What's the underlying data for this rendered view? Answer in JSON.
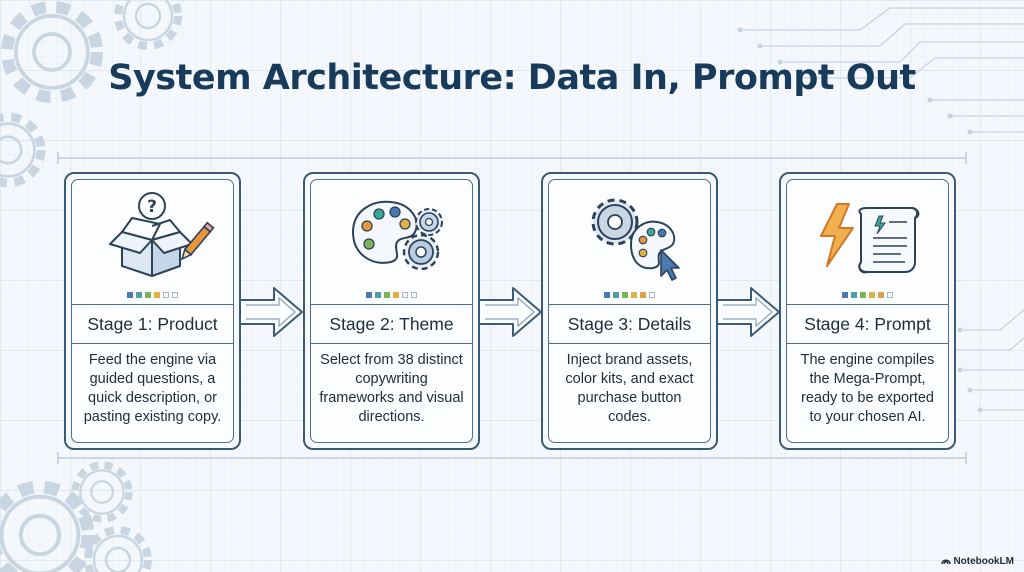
{
  "title": "System Architecture: Data In, Prompt Out",
  "stages": [
    {
      "title": "Stage 1: Product",
      "description": "Feed the engine via guided questions, a quick description, or pasting existing copy.",
      "icon": "question-box-pencil-icon",
      "progress_dots": [
        "#4a78b0",
        "#4ea0a8",
        "#7bb35a",
        "#e0b040",
        "empty",
        "empty"
      ]
    },
    {
      "title": "Stage 2: Theme",
      "description": "Select from 38 distinct copywriting frameworks and visual directions.",
      "icon": "palette-gears-icon",
      "progress_dots": [
        "#4a78b0",
        "#4ea0a8",
        "#7bb35a",
        "#e0b040",
        "empty",
        "empty"
      ]
    },
    {
      "title": "Stage 3: Details",
      "description": "Inject brand assets, color kits, and exact purchase button codes.",
      "icon": "gear-palette-cursor-icon",
      "progress_dots": [
        "#4a78b0",
        "#4ea0a8",
        "#7bb35a",
        "#e0b040",
        "#e0a050",
        "empty"
      ]
    },
    {
      "title": "Stage 4: Prompt",
      "description": "The engine compiles the Mega-Prompt, ready to be exported to your chosen AI.",
      "icon": "lightning-scroll-icon",
      "progress_dots": [
        "#4a78b0",
        "#4ea0a8",
        "#7bb35a",
        "#e0b040",
        "#e0a050",
        "empty"
      ]
    }
  ],
  "brand": "NotebookLM",
  "colors": {
    "title": "#183a5b",
    "frame": "#3a5a78",
    "background": "#f4f8fc",
    "accent_orange": "#e8963a",
    "accent_teal": "#3aa89a"
  }
}
